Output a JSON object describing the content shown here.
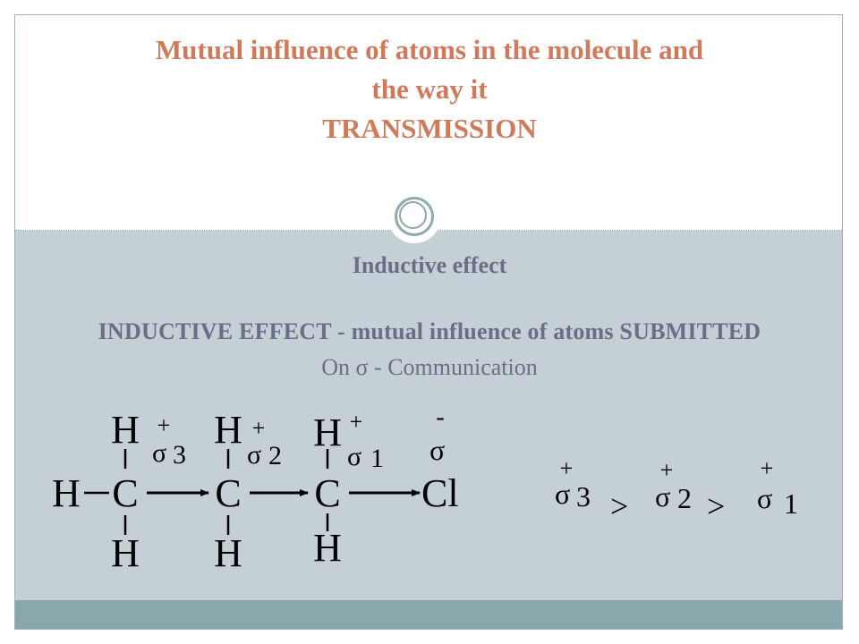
{
  "title": {
    "line1": "Mutual influence of atoms in the molecule and",
    "line2": "the way it",
    "line3": "TRANSMISSION"
  },
  "subheading": "Inductive effect",
  "definition": "INDUCTIVE  EFFECT - mutual influence of atoms SUBMITTED",
  "on_line": "On  σ - Communication",
  "molecule": {
    "h": "H",
    "c": "C",
    "cl": "Cl",
    "plus": "+",
    "minus": "-",
    "sigma": "σ",
    "n3": "3",
    "n2": "2",
    "n1": "1"
  },
  "comparison": {
    "gt": ">"
  },
  "colors": {
    "title": "#d07a5b",
    "body_text": "#6a6f87",
    "lower_bg": "#c5cfd6",
    "footer": "#88a8ab"
  }
}
